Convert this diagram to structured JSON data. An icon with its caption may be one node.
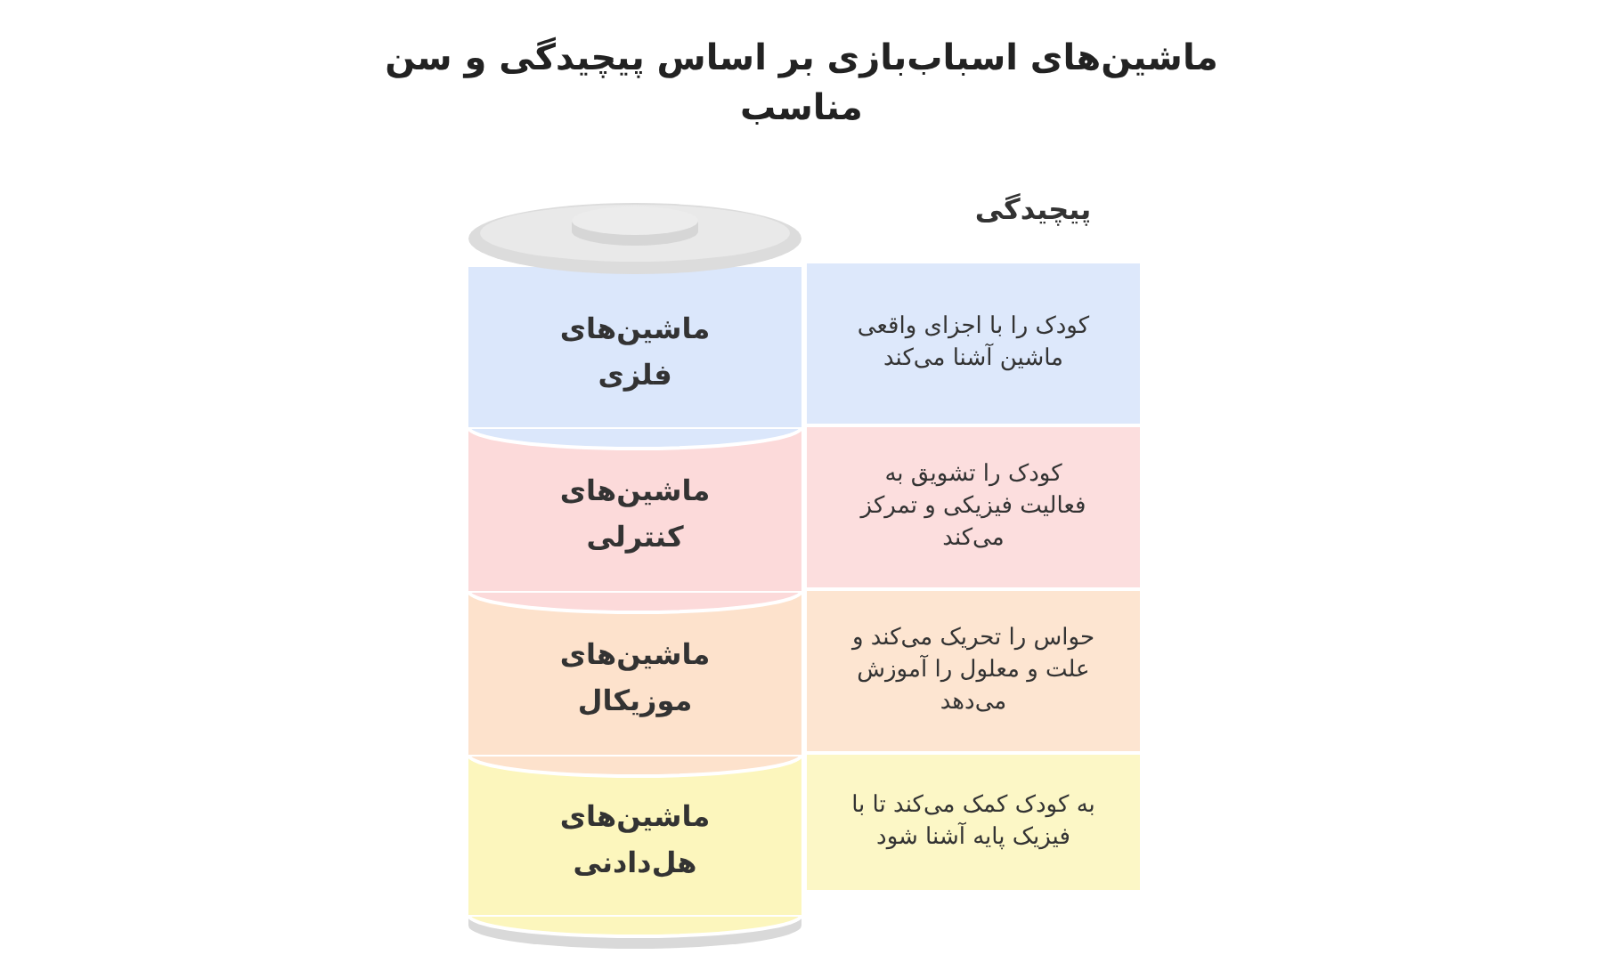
{
  "diagram": {
    "title": "ماشین‌های اسباب‌بازی بر اساس پیچیدگی و سن مناسب",
    "nodes": [
      {
        "text": [
          "ماشین‌های فلزی"
        ]
      },
      {
        "text": [
          "ماشین‌های کنترلی"
        ]
      },
      {
        "text": [
          "ماشین‌های موزیکال"
        ]
      },
      {
        "text": [
          "ماشین‌های هل‌دادنی"
        ]
      },
      {
        "text": [
          "کودک را با اجزای واقعی ماشین آشنا می‌کند"
        ]
      },
      {
        "text": [
          "کودک را تشویق به فعالیت فیزیکی و تمرکز می‌کند"
        ]
      },
      {
        "text": [
          "حواس را تحریک می‌کند و علت و معلول را آموزش می‌دهد"
        ]
      },
      {
        "text": [
          "به کودک کمک می‌کند تا با فیزیک پایه آشنا شود"
        ]
      }
    ],
    "edges": [],
    "labels": [
      "پیچیدگی"
    ]
  }
}
